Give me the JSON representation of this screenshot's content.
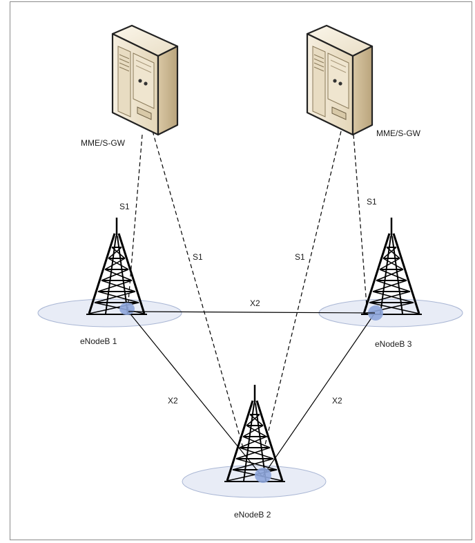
{
  "diagram": {
    "servers": [
      {
        "label": "MME/S-GW",
        "icon": "server-tower-icon"
      },
      {
        "label": "MME/S-GW",
        "icon": "server-tower-icon"
      }
    ],
    "enodebs": [
      {
        "label": "eNodeB 1",
        "icon": "cell-tower-icon"
      },
      {
        "label": "eNodeB 2",
        "icon": "cell-tower-icon"
      },
      {
        "label": "eNodeB 3",
        "icon": "cell-tower-icon"
      }
    ],
    "links": {
      "s1_left_outer": "S1",
      "s1_left_inner": "S1",
      "s1_right_inner": "S1",
      "s1_right_outer": "S1",
      "x2_top": "X2",
      "x2_left": "X2",
      "x2_right": "X2"
    },
    "colors": {
      "cell_fill": "#e8ecf6",
      "cell_stroke": "#a9b6d4",
      "antenna_dot": "#8ea6dc",
      "server_body": "#efe6d3",
      "server_side": "#cdbb98",
      "line": "#000000"
    }
  }
}
